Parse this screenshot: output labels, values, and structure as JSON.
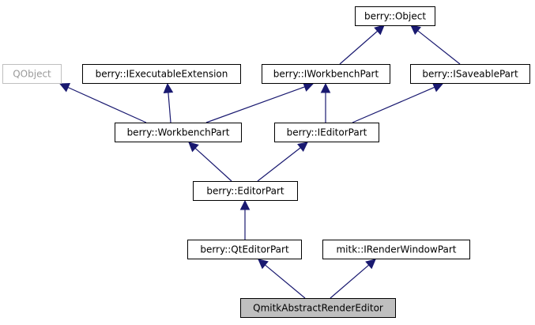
{
  "diagram": {
    "type": "class-inheritance",
    "nodes": [
      {
        "id": "object",
        "label": "berry::Object"
      },
      {
        "id": "qobject",
        "label": "QObject",
        "style": "external"
      },
      {
        "id": "iexec",
        "label": "berry::IExecutableExtension"
      },
      {
        "id": "iworkbenchpart",
        "label": "berry::IWorkbenchPart"
      },
      {
        "id": "isaveable",
        "label": "berry::ISaveablePart"
      },
      {
        "id": "workbenchpart",
        "label": "berry::WorkbenchPart"
      },
      {
        "id": "ieditorpart",
        "label": "berry::IEditorPart"
      },
      {
        "id": "editorpart",
        "label": "berry::EditorPart"
      },
      {
        "id": "qteditorpart",
        "label": "berry::QtEditorPart"
      },
      {
        "id": "irenderwindowpart",
        "label": "mitk::IRenderWindowPart"
      },
      {
        "id": "qmitk",
        "label": "QmitkAbstractRenderEditor",
        "style": "focus"
      }
    ],
    "edges": [
      {
        "from": "iworkbenchpart",
        "to": "object"
      },
      {
        "from": "isaveable",
        "to": "object"
      },
      {
        "from": "workbenchpart",
        "to": "qobject"
      },
      {
        "from": "workbenchpart",
        "to": "iexec"
      },
      {
        "from": "workbenchpart",
        "to": "iworkbenchpart"
      },
      {
        "from": "ieditorpart",
        "to": "iworkbenchpart"
      },
      {
        "from": "ieditorpart",
        "to": "isaveable"
      },
      {
        "from": "editorpart",
        "to": "workbenchpart"
      },
      {
        "from": "editorpart",
        "to": "ieditorpart"
      },
      {
        "from": "qteditorpart",
        "to": "editorpart"
      },
      {
        "from": "qmitk",
        "to": "qteditorpart"
      },
      {
        "from": "qmitk",
        "to": "irenderwindowpart"
      }
    ],
    "colors": {
      "edge": "#191970",
      "focus_fill": "#bfbfbf",
      "external_border": "#bfbfbf"
    }
  }
}
